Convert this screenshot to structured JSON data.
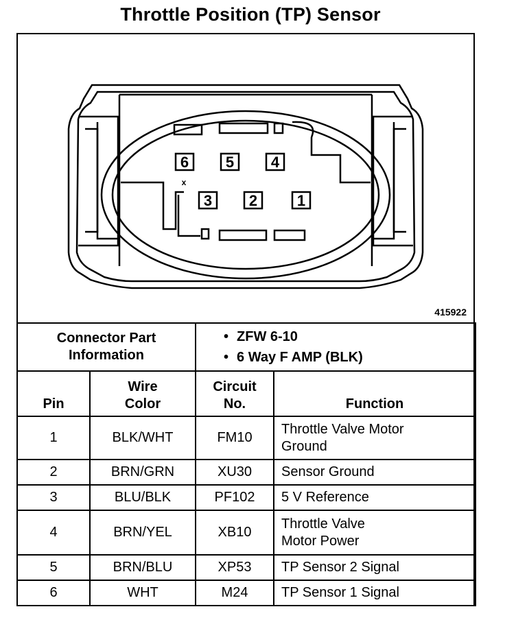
{
  "title": "Throttle Position (TP) Sensor",
  "figure_number": "415922",
  "connector": {
    "pins_top": [
      "6",
      "5",
      "4"
    ],
    "pins_bottom": [
      "3",
      "2",
      "1"
    ],
    "marker": "x"
  },
  "connector_info": {
    "label_line1": "Connector Part",
    "label_line2": "Information",
    "items": [
      "ZFW 6-10",
      "6 Way F AMP (BLK)"
    ]
  },
  "columns": {
    "pin": "Pin",
    "wire_line1": "Wire",
    "wire_line2": "Color",
    "circuit_line1": "Circuit",
    "circuit_line2": "No.",
    "function": "Function"
  },
  "rows": [
    {
      "pin": "1",
      "wire": "BLK/WHT",
      "circuit": "FM10",
      "function_line1": "Throttle Valve Motor",
      "function_line2": "Ground"
    },
    {
      "pin": "2",
      "wire": "BRN/GRN",
      "circuit": "XU30",
      "function_line1": "Sensor Ground",
      "function_line2": ""
    },
    {
      "pin": "3",
      "wire": "BLU/BLK",
      "circuit": "PF102",
      "function_line1": "5 V Reference",
      "function_line2": ""
    },
    {
      "pin": "4",
      "wire": "BRN/YEL",
      "circuit": "XB10",
      "function_line1": "Throttle Valve",
      "function_line2": "Motor Power"
    },
    {
      "pin": "5",
      "wire": "BRN/BLU",
      "circuit": "XP53",
      "function_line1": "TP Sensor 2 Signal",
      "function_line2": ""
    },
    {
      "pin": "6",
      "wire": "WHT",
      "circuit": "M24",
      "function_line1": "TP Sensor 1 Signal",
      "function_line2": ""
    }
  ]
}
